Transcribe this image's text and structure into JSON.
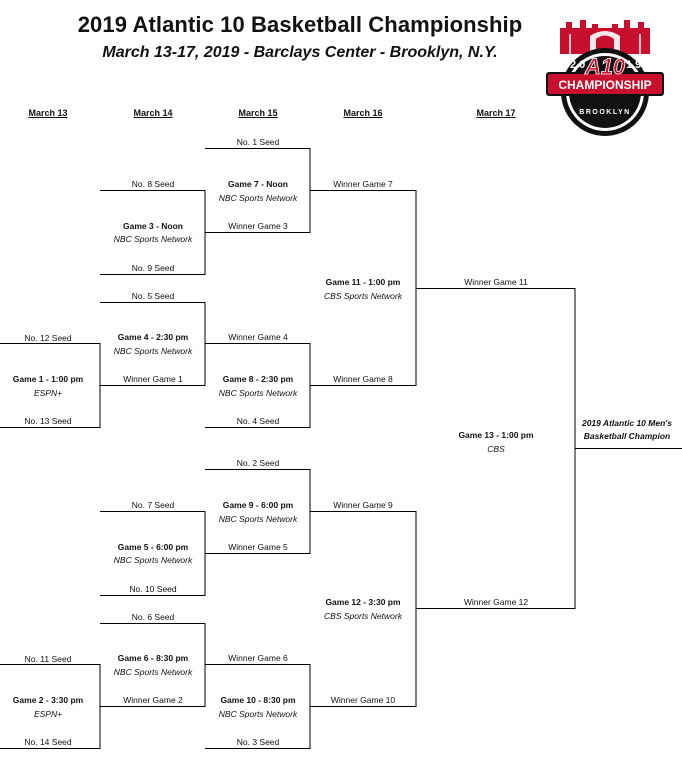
{
  "header": {
    "title": "2019 Atlantic 10 Basketball Championship",
    "subtitle": "March 13-17, 2019 - Barclays Center - Brooklyn, N.Y."
  },
  "logo": {
    "year_left": "2 0",
    "year_right": "1 9",
    "mark": "A10",
    "word": "CHAMPIONSHIP",
    "city": "BROOKLYN",
    "colors": {
      "red": "#c8102e",
      "black": "#111111",
      "white": "#ffffff"
    }
  },
  "days": {
    "d1": "March 13",
    "d2": "March 14",
    "d3": "March 15",
    "d4": "March 16",
    "d5": "March 17"
  },
  "r1": {
    "seed12": "No. 12 Seed",
    "g1": "Game 1 - 1:00 pm",
    "g1_net": "ESPN+",
    "seed13": "No. 13 Seed",
    "seed11": "No. 11 Seed",
    "g2": "Game 2 - 3:30 pm",
    "g2_net": "ESPN+",
    "seed14": "No. 14 Seed"
  },
  "r2": {
    "seed8": "No. 8 Seed",
    "g3": "Game 3 - Noon",
    "g3_net": "NBC Sports Network",
    "seed9": "No. 9 Seed",
    "seed5": "No. 5 Seed",
    "g4": "Game 4 - 2:30 pm",
    "g4_net": "NBC Sports Network",
    "w1": "Winner Game 1",
    "seed7": "No. 7 Seed",
    "g5": "Game 5 - 6:00 pm",
    "g5_net": "NBC Sports Network",
    "seed10": "No. 10 Seed",
    "seed6": "No. 6 Seed",
    "g6": "Game 6 - 8:30 pm",
    "g6_net": "NBC Sports Network",
    "w2": "Winner Game 2"
  },
  "r3": {
    "seed1": "No. 1 Seed",
    "g7": "Game 7 - Noon",
    "g7_net": "NBC Sports Network",
    "w3": "Winner Game 3",
    "w4": "Winner Game 4",
    "g8": "Game 8 - 2:30 pm",
    "g8_net": "NBC Sports Network",
    "seed4": "No. 4 Seed",
    "seed2": "No. 2 Seed",
    "g9": "Game 9 - 6:00 pm",
    "g9_net": "NBC Sports Network",
    "w5": "Winner Game 5",
    "w6": "Winner Game 6",
    "g10": "Game 10 - 8:30 pm",
    "g10_net": "NBC Sports Network",
    "seed3": "No. 3 Seed"
  },
  "r4": {
    "w7": "Winner Game 7",
    "g11": "Game 11 - 1:00 pm",
    "g11_net": "CBS Sports Network",
    "w8": "Winner Game 8",
    "w9": "Winner Game 9",
    "g12": "Game 12 - 3:30 pm",
    "g12_net": "CBS Sports Network",
    "w10": "Winner Game 10"
  },
  "r5": {
    "w11": "Winner Game 11",
    "g13": "Game 13 - 1:00 pm",
    "g13_net": "CBS",
    "w12": "Winner Game 12"
  },
  "champion": {
    "line1": "2019 Atlantic 10  Men's",
    "line2": "Basketball Champion"
  }
}
